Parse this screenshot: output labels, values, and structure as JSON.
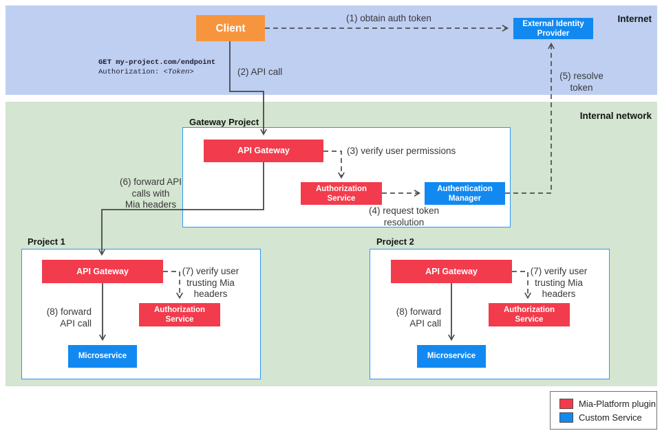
{
  "regions": {
    "internet": {
      "label": "Internet"
    },
    "internal_network": {
      "label": "Internal network"
    }
  },
  "containers": {
    "gateway_project": {
      "label": "Gateway Project"
    },
    "project1": {
      "label": "Project 1"
    },
    "project2": {
      "label": "Project 2"
    }
  },
  "nodes": {
    "client": {
      "label": "Client"
    },
    "external_identity_provider": {
      "label": "External Identity Provider"
    },
    "gw_api_gateway": {
      "label": "API Gateway"
    },
    "gw_authorization_service": {
      "label": "Authorization Service"
    },
    "authentication_manager": {
      "label": "Authentication Manager"
    },
    "p1_api_gateway": {
      "label": "API Gateway"
    },
    "p1_authorization_service": {
      "label": "Authorization Service"
    },
    "p1_microservice": {
      "label": "Microservice"
    },
    "p2_api_gateway": {
      "label": "API Gateway"
    },
    "p2_authorization_service": {
      "label": "Authorization Service"
    },
    "p2_microservice": {
      "label": "Microservice"
    }
  },
  "request_example": {
    "line1": "GET my-project.com/endpoint",
    "line2_prefix": "Authorization: ",
    "line2_token": "<Token>"
  },
  "annotations": {
    "a1": "(1) obtain auth token",
    "a2": "(2) API call",
    "a3": "(3) verify user permissions",
    "a4": "(4) request token\nresolution",
    "a5": "(5) resolve\ntoken",
    "a6": "(6) forward API\ncalls with\nMia headers",
    "a7_p1": "(7) verify user\ntrusting Mia\nheaders",
    "a7_p2": "(7) verify user\ntrusting Mia\nheaders",
    "a8_p1": "(8) forward\nAPI call",
    "a8_p2": "(8) forward\nAPI call"
  },
  "legend": {
    "items": [
      {
        "label": "Mia-Platform plugin",
        "color": "#f23b4c"
      },
      {
        "label": "Custom Service",
        "color": "#1289f0"
      }
    ]
  },
  "colors": {
    "internet_band": "#becff2",
    "internal_band": "#d4e5d1",
    "plugin_red": "#f23b4c",
    "custom_blue": "#1289f0",
    "client_orange": "#f7953e",
    "container_border": "#2b96f2",
    "edge_gray": "#4d4d4d"
  }
}
